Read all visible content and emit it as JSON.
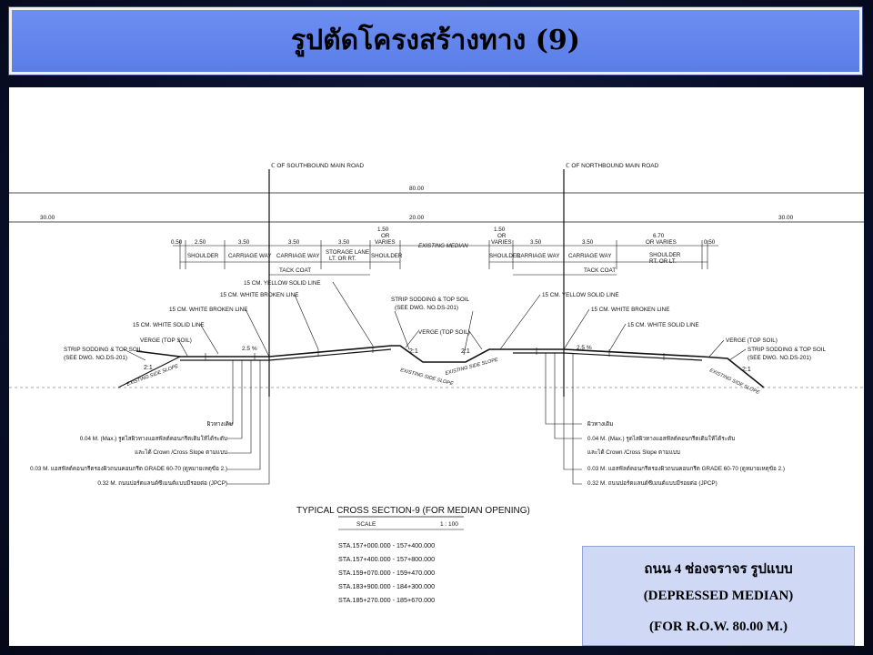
{
  "slide": {
    "title": "รูปตัดโครงสร้างทาง (9)"
  },
  "drawing": {
    "centerlines": {
      "left": "ℂ OF SOUTHBOUND MAIN ROAD",
      "right": "ℂ OF NORTHBOUND MAIN ROAD"
    },
    "dimensions": {
      "total": "80.00",
      "left_outer": "30.00",
      "middle": "20.00",
      "right_outer": "30.00"
    },
    "lane_widths_left": [
      "0.50",
      "2.50",
      "3.50",
      "3.50",
      "3.50"
    ],
    "lane_widths_left_extra": [
      "1.50",
      "OR",
      "VARIES"
    ],
    "lane_widths_right": [
      "1.50",
      "OR",
      "VARIES",
      "3.50",
      "3.50",
      "6.70",
      "OR VARIES",
      "0.50"
    ],
    "lane_labels_left": [
      "SHOULDER",
      "CARRIAGE WAY",
      "CARRIAGE WAY",
      "STORAGE LANE",
      "LT. OR RT.",
      "SHOULDER"
    ],
    "median_label": "EXISTING MEDIAN",
    "lane_labels_right": [
      "SHOULDER",
      "CARRIAGE WAY",
      "CARRIAGE WAY",
      "SHOULDER",
      "RT. OR LT."
    ],
    "tack_coat": "TACK COAT",
    "annotations_left": [
      "15 CM. YELLOW SOLID LINE",
      "15 CM. WHITE BROKEN LINE",
      "15 CM. WHITE BROKEN LINE",
      "15 CM. WHITE SOLID LINE",
      "VERGE (TOP SOIL)",
      "STRIP SODDING & TOP SOIL",
      "(SEE DWG. NO.DS-201)"
    ],
    "annotations_middle": [
      "STRIP SODDING & TOP SOIL",
      "(SEE DWG. NO.DS-201)",
      "VERGE (TOP SOIL)"
    ],
    "annotations_right": [
      "15 CM. YELLOW SOLID LINE",
      "15 CM. WHITE BROKEN LINE",
      "15 CM. WHITE SOLID LINE",
      "VERGE (TOP SOIL)",
      "STRIP SODDING & TOP SOIL",
      "(SEE DWG. NO.DS-201)"
    ],
    "slopes": {
      "slope": "2:1",
      "existing_side_slope": "EXISTING SIDE SLOPE",
      "crossfall": "2.5 %"
    },
    "layers": [
      "ผิวทางเดิม",
      "0.04 M. (Max.) รูดไสผิวทางแอสฟัลต์คอนกรีตเดิมให้ได้ระดับ",
      "และได้ Crown /Cross Slope ตามแบบ",
      "0.03 M. แอสฟัลต์คอนกรีตรองผิวถนนคอนกรีต GRADE 60-70 (ดูหมายเหตุข้อ 2.)",
      "0.32 M. ถนนปอร์ตแลนด์ซีเมนต์แบบมีรอยต่อ (JPCP)"
    ],
    "section_title": "TYPICAL CROSS SECTION-9 (FOR MEDIAN OPENING)",
    "scale_label": "SCALE",
    "scale_value": "1 : 100",
    "stations": [
      "STA.157+000.000  -  157+400.000",
      "STA.157+400.000  -  157+800.000",
      "STA.159+070.000  -  159+470.000",
      "STA.183+900.000  -  184+300.000",
      "STA.185+270.000  -  185+670.000"
    ]
  },
  "caption": {
    "line1": "ถนน 4 ช่องจราจร รูปแบบ",
    "line2": "(DEPRESSED MEDIAN)",
    "line3": "(FOR R.O.W. 80.00 M.)"
  }
}
